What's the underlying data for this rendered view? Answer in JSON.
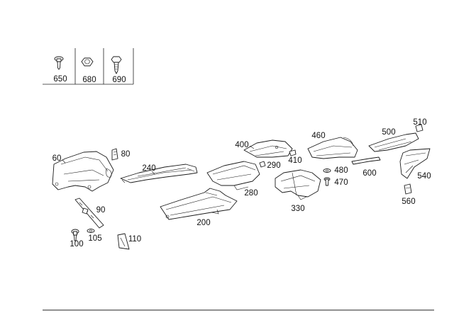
{
  "legend": {
    "items": [
      {
        "number": "650",
        "icon": "screw-icon"
      },
      {
        "number": "680",
        "icon": "nut-icon"
      },
      {
        "number": "690",
        "icon": "self-tapping-screw-icon"
      }
    ]
  },
  "callouts": {
    "c60": "60",
    "c80": "80",
    "c90": "90",
    "c100": "100",
    "c105": "105",
    "c110": "110",
    "c240": "240",
    "c200": "200",
    "c400": "400",
    "c290": "290",
    "c280": "280",
    "c410": "410",
    "c460": "460",
    "c480": "480",
    "c470": "470",
    "c330": "330",
    "c500": "500",
    "c510": "510",
    "c600": "600",
    "c540": "540",
    "c560": "560"
  }
}
